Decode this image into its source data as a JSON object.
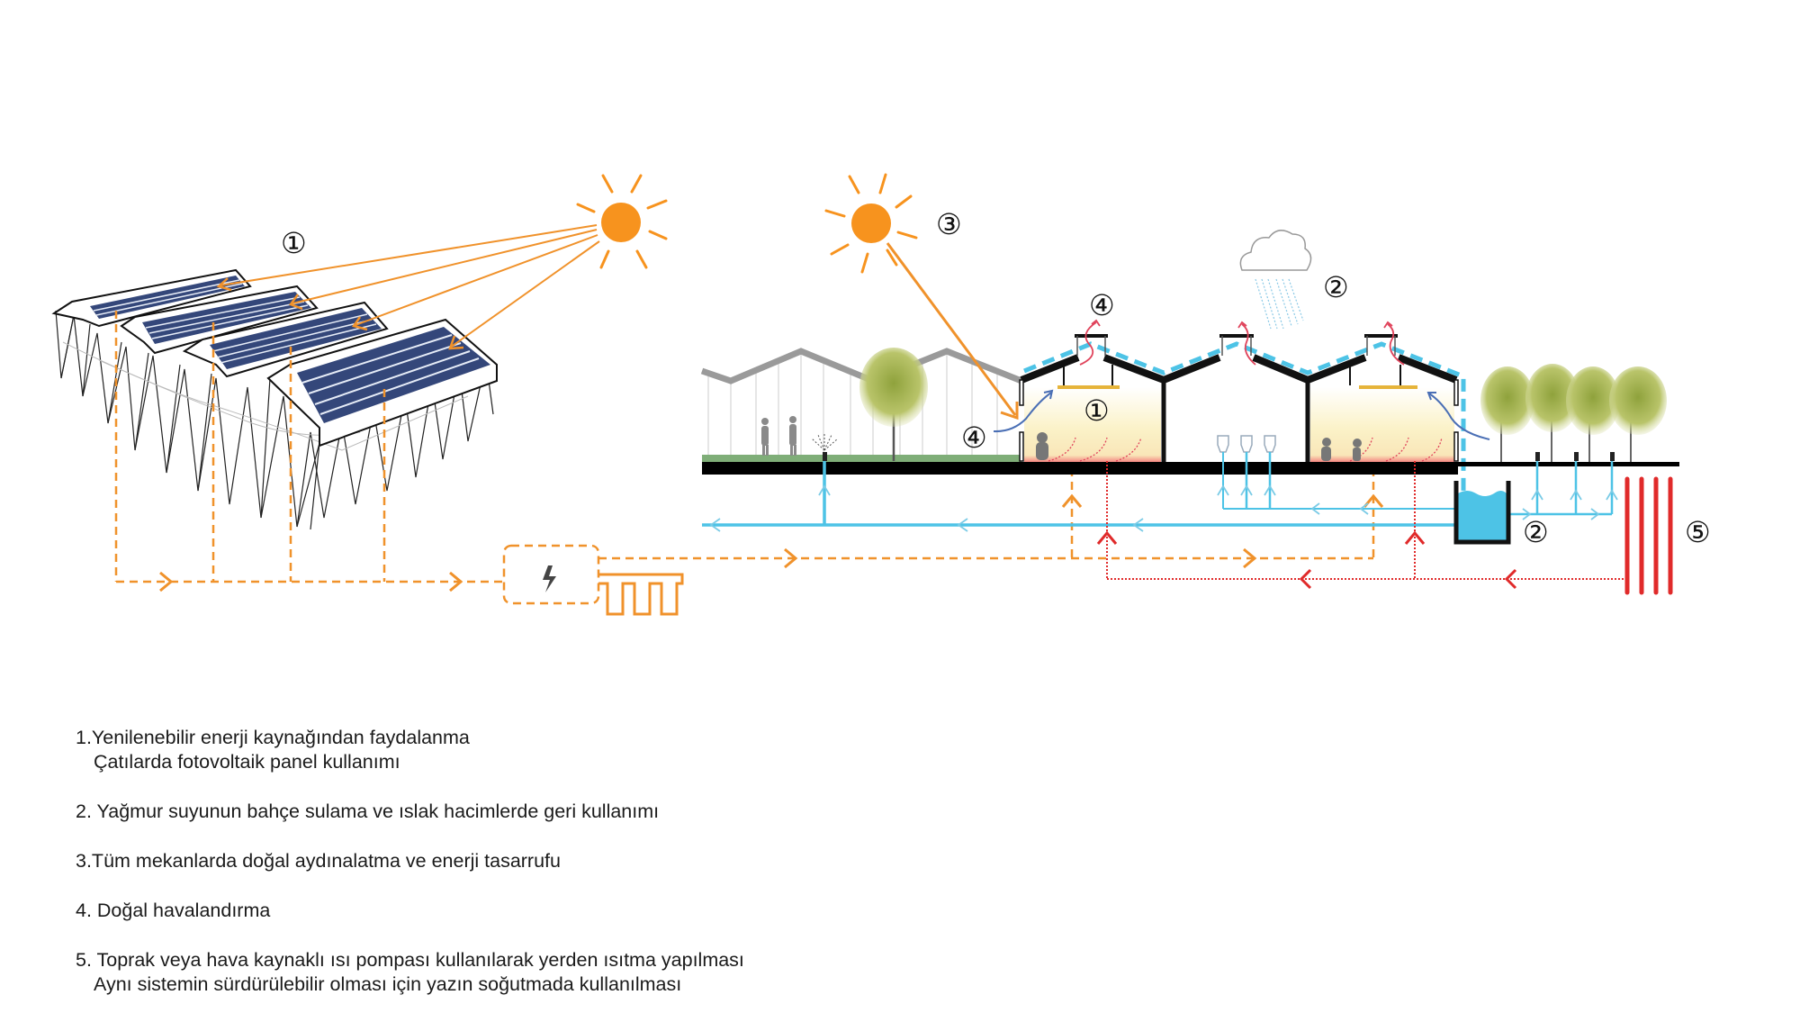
{
  "diagram": {
    "title": "Sustainability strategies section diagram",
    "markers": {
      "pv_panels": "①",
      "pv_light": "①",
      "rain_cloud": "②",
      "rain_tank": "②",
      "daylight": "③",
      "vent_roof": "④",
      "vent_wall": "④",
      "heat_pump": "⑤"
    },
    "icons": {
      "inverter": "lightning-bolt",
      "heater": "radiator"
    },
    "colors": {
      "sun": "#F7931E",
      "energy_line": "#F0922B",
      "water": "#4DC3E6",
      "heat": "#E02A2A",
      "panel": "#34477A",
      "roof": "#111111",
      "old_roof": "#9A9A9A",
      "interior_warm": "#FBF2C8",
      "grass": "#7FAE78",
      "vent_air": "#4A6FB5"
    }
  },
  "legend": {
    "items": [
      {
        "line1": "1.Yenilenebilir enerji kaynağından faydalanma",
        "line2": "Çatılarda fotovoltaik panel kullanımı"
      },
      {
        "line1": "2. Yağmur suyunun bahçe sulama ve ıslak hacimlerde geri kullanımı",
        "line2": ""
      },
      {
        "line1": "3.Tüm mekanlarda doğal aydınalatma ve enerji tasarrufu",
        "line2": ""
      },
      {
        "line1": "4. Doğal havalandırma",
        "line2": ""
      },
      {
        "line1": "5. Toprak veya hava kaynaklı ısı pompası kullanılarak yerden ısıtma yapılması",
        "line2": "Aynı sistemin sürdürülebilir olması için yazın soğutmada kullanılması"
      }
    ]
  }
}
